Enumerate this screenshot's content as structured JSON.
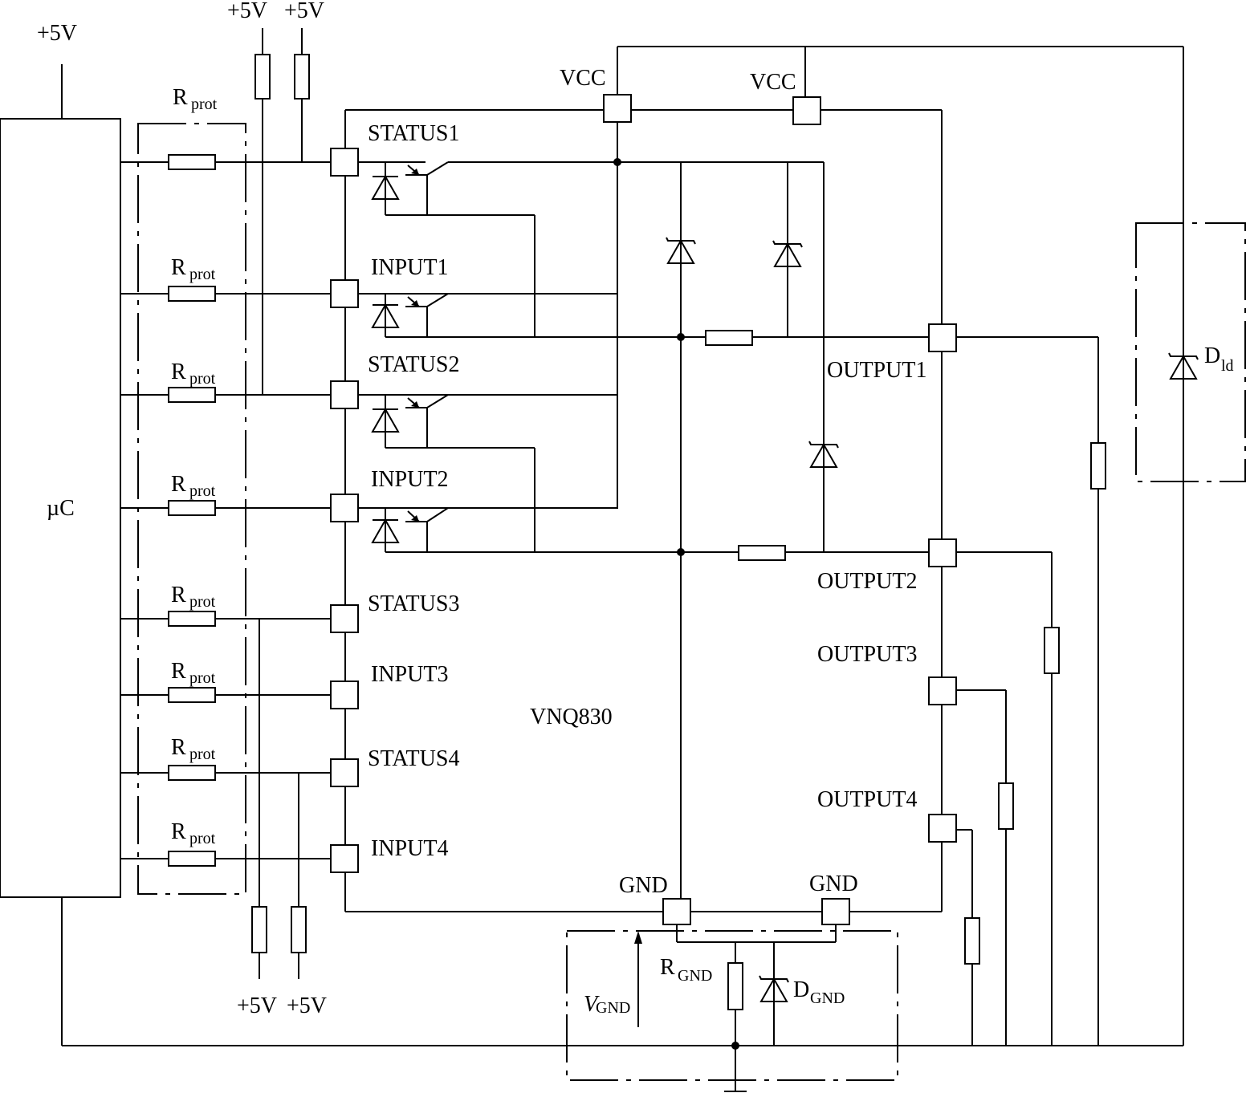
{
  "diagram": {
    "supply": {
      "vcc5": "+5V"
    },
    "microcontroller": {
      "label": "µC"
    },
    "chip": {
      "label": "VNQ830"
    },
    "protection_resistor": {
      "main": "R",
      "sub": "prot"
    },
    "pins": {
      "status1": "STATUS1",
      "input1": "INPUT1",
      "status2": "STATUS2",
      "input2": "INPUT2",
      "status3": "STATUS3",
      "input3": "INPUT3",
      "status4": "STATUS4",
      "input4": "INPUT4",
      "vcc": "VCC",
      "output1": "OUTPUT1",
      "output2": "OUTPUT2",
      "output3": "OUTPUT3",
      "output4": "OUTPUT4",
      "gnd": "GND"
    },
    "ground_network": {
      "r_gnd_main": "R",
      "r_gnd_sub": "GND",
      "d_gnd_main": "D",
      "d_gnd_sub": "GND",
      "v_gnd_main": "V",
      "v_gnd_sub": "GND"
    },
    "load_dump_diode": {
      "main": "D",
      "sub": "ld"
    }
  }
}
